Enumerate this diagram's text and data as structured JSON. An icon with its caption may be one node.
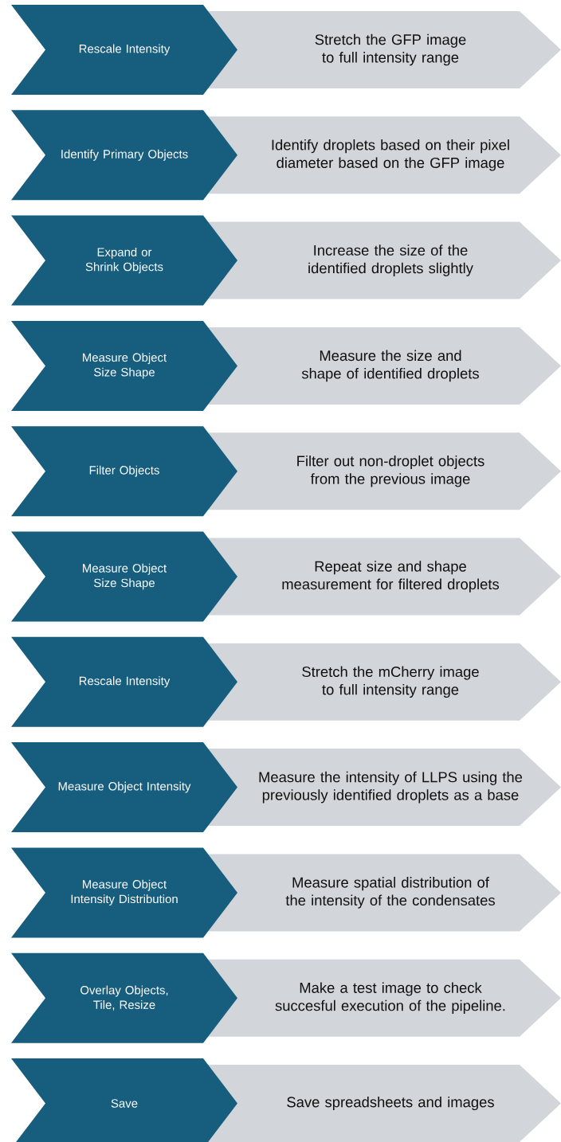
{
  "diagram": {
    "nodes": [
      {
        "text": [
          "Rescale Intensity"
        ]
      },
      {
        "text": [
          "Stretch the GFP image to full intensity range"
        ]
      },
      {
        "text": [
          "Identify Primary Objects"
        ]
      },
      {
        "text": [
          "Identify droplets based on their pixel diameter based on the GFP image"
        ]
      },
      {
        "text": [
          "Expand or Shrink Objects"
        ]
      },
      {
        "text": [
          "Increase the size of the identified droplets slightly"
        ]
      },
      {
        "text": [
          "Measure Object Size Shape"
        ]
      },
      {
        "text": [
          "Measure the size and shape of identified droplets"
        ]
      },
      {
        "text": [
          "Filter Objects"
        ]
      },
      {
        "text": [
          "Filter out non-droplet objects from the previous image"
        ]
      },
      {
        "text": [
          "Measure Object Size Shape"
        ]
      },
      {
        "text": [
          "Repeat size and shape measurement for filtered droplets"
        ]
      },
      {
        "text": [
          "Rescale Intensity"
        ]
      },
      {
        "text": [
          "Stretch the mCherry image to full intensity range"
        ]
      },
      {
        "text": [
          "Measure Object Intensity"
        ]
      },
      {
        "text": [
          "Measure the intensity of LLPS using the previously identified droplets as a base"
        ]
      },
      {
        "text": [
          "Measure Object Intensity Distribution"
        ]
      },
      {
        "text": [
          "Measure spatial distribution of the intensity of the condensates"
        ]
      },
      {
        "text": [
          "Overlay Objects, Tile, Resize"
        ]
      },
      {
        "text": [
          "Make a test image to check succesful execution of the pipeline."
        ]
      },
      {
        "text": [
          "Save"
        ]
      },
      {
        "text": [
          "Save spreadsheets and images"
        ]
      }
    ]
  }
}
